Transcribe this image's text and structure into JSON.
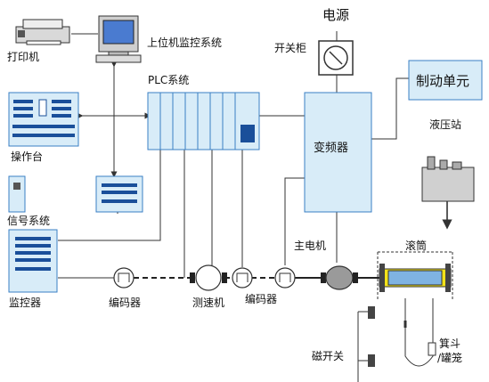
{
  "labels": {
    "printer": "打印机",
    "host_monitor": "上位机监控系统",
    "power": "电源",
    "switch_cabinet": "开关柜",
    "brake_unit": "制动单元",
    "plc": "PLC系统",
    "console": "操作台",
    "inverter": "变频器",
    "hydraulic_station": "液压站",
    "signal_system": "信号系统",
    "main_motor": "主电机",
    "drum": "滚筒",
    "monitor": "监控器",
    "encoder_left": "编码器",
    "tacho": "测速机",
    "encoder_mid": "编码器",
    "magnetic_switch": "磁开关",
    "skip": "箕斗",
    "cage": "/罐笼"
  },
  "colors": {
    "panel_fill": "#d8ecf8",
    "panel_stroke": "#3a7fc4",
    "dark_blue": "#1a4f9a",
    "line": "#333333",
    "motor_fill": "#9a9a9a",
    "drum_yellow": "#f2e21a",
    "drum_blue": "#7fb3e2"
  }
}
